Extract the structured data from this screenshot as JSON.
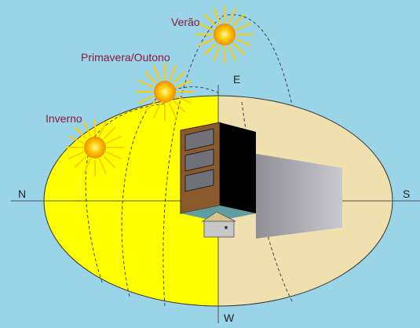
{
  "labels": {
    "summer": "Verão",
    "spring_autumn": "Primavera/Outono",
    "winter": "Inverno"
  },
  "cardinals": {
    "north": "N",
    "south": "S",
    "east": "E",
    "west": "W"
  },
  "colors": {
    "sky": "#99d4e8",
    "ground_sunlit": "#ffff00",
    "ground_shade": "#f0e0b0",
    "sun_core": "#ffa500",
    "sun_rays": "#ffcc00",
    "label_text": "#8b1a3a"
  },
  "icons": [
    "sun-icon",
    "house-icon",
    "window-icon",
    "shadow-shape"
  ]
}
